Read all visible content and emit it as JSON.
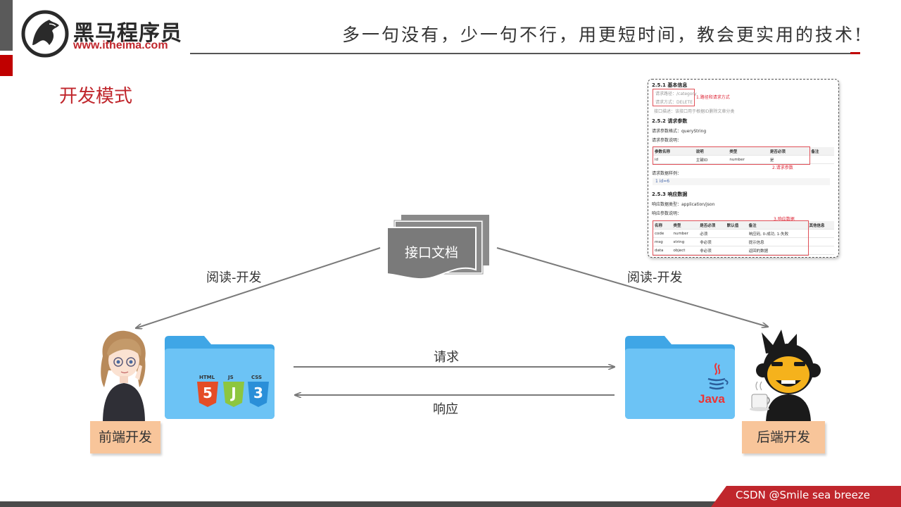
{
  "header": {
    "logo_cn": "黑马程序员",
    "logo_url": "www.itheima.com",
    "slogan": "多一句没有，少一句不行，用更短时间，教会更实用的技术!"
  },
  "page_title": "开发模式",
  "center_node": {
    "label": "接口文档"
  },
  "edges": {
    "left": "阅读-开发",
    "right": "阅读-开发",
    "request": "请求",
    "response": "响应"
  },
  "frontend": {
    "caption": "前端开发",
    "badges": [
      "HTML",
      "JS",
      "CSS"
    ],
    "badge_numerals": [
      "5",
      "J",
      "3"
    ]
  },
  "backend": {
    "caption": "后端开发",
    "java_label": "Java"
  },
  "doc_preview": {
    "s1": "2.5.1 基本信息",
    "path_line": "请求路径：/category",
    "method_line": "请求方式：DELETE",
    "note1": "1.路径和请求方式",
    "desc_line": "接口描述：该接口用于根据ID删除文章分类",
    "s2": "2.5.2 请求参数",
    "format_line": "请求参数格式：queryString",
    "param_desc": "请求参数说明：",
    "req_table": {
      "head": [
        "参数名称",
        "说明",
        "类型",
        "是否必须",
        "备注"
      ],
      "rows": [
        [
          "id",
          "主键ID",
          "number",
          "是",
          ""
        ]
      ]
    },
    "note2": "2.请求参数",
    "example_label": "请求数据样例：",
    "example_code": "1  id=6",
    "s3": "2.5.3 响应数据",
    "resp_type": "响应数据类型：application/json",
    "resp_desc": "响应参数说明：",
    "note3": "3.响应数据",
    "resp_table": {
      "head": [
        "名称",
        "类型",
        "是否必须",
        "默认值",
        "备注",
        "其他信息"
      ],
      "rows": [
        [
          "code",
          "number",
          "必须",
          "",
          "响应码, 0-成功, 1-失败",
          ""
        ],
        [
          "msg",
          "string",
          "非必须",
          "",
          "提示信息",
          ""
        ],
        [
          "data",
          "object",
          "非必须",
          "",
          "返回的数据",
          ""
        ]
      ]
    }
  },
  "footer": {
    "text": "CSDN @Smile sea breeze"
  },
  "colors": {
    "accent_red": "#c0262c",
    "caption_bg": "#f8c59a",
    "folder_blue": "#4fb3ee",
    "doc_gray": "#7a7a7a"
  }
}
